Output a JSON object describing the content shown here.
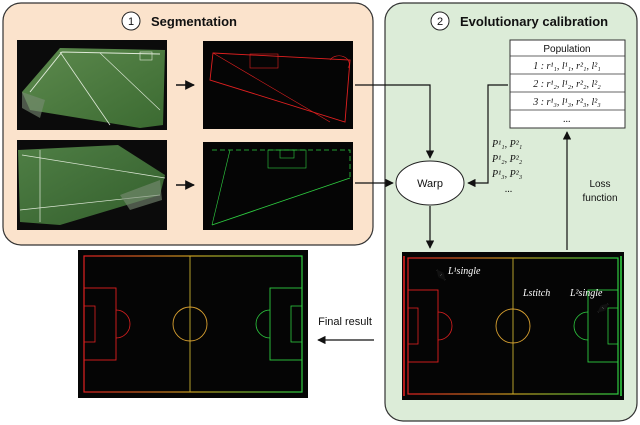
{
  "panels": {
    "segmentation": {
      "number": "1",
      "title": "Segmentation",
      "fill": "#fbe3cc"
    },
    "calibration": {
      "number": "2",
      "title": "Evolutionary calibration",
      "fill": "#dcecd8"
    }
  },
  "population": {
    "title": "Population",
    "rows": [
      "1 : r¹₁, l¹₁, r²₁, l²₁",
      "2 : r¹₂, l¹₂, r²₂, l²₂",
      "3 : r¹₃, l¹₃, r²₃, l²₃",
      "..."
    ]
  },
  "warp": {
    "label": "Warp"
  },
  "params": {
    "lines": [
      "P¹₁, P²₁",
      "P¹₂, P²₂",
      "P¹₃, P²₃",
      "..."
    ]
  },
  "loss": {
    "line1": "Loss",
    "line2": "function"
  },
  "final": {
    "label": "Final result"
  },
  "stitched_labels": {
    "single1": "L¹single",
    "stitch": "Lstitch",
    "single2": "L²single"
  },
  "colors": {
    "segment_red": "#e02020",
    "segment_green": "#2ecc40",
    "field_green": "#3f6b35",
    "panel_border": "#333333"
  }
}
